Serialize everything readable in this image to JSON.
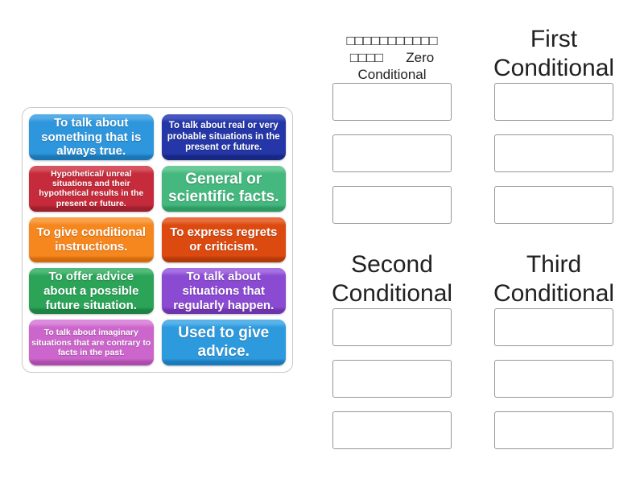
{
  "colors": {
    "background": "#ffffff",
    "tray_border": "#c9c9c9",
    "slot_border": "#979797",
    "header_text": "#212121"
  },
  "tray": {
    "tiles": [
      {
        "label": "To talk about something that is always true.",
        "color": "#2E96DC",
        "color_light": "#55ADE7",
        "color_dark": "#1B76B4"
      },
      {
        "label": "To talk about real or very probable situations in the present or future.",
        "color": "#2537A8",
        "color_light": "#4657C0",
        "color_dark": "#172782"
      },
      {
        "label": "Hypothetical/ unreal situations and their hypothetical results in the present or future.",
        "color": "#C62B3B",
        "color_light": "#D6545F",
        "color_dark": "#9E1F2D"
      },
      {
        "label": "General or scientific facts.",
        "color": "#44B87E",
        "color_light": "#6CCA99",
        "color_dark": "#2D9A62"
      },
      {
        "label": "To give conditional instructions.",
        "color": "#F6861E",
        "color_light": "#F9A24C",
        "color_dark": "#D26A0B"
      },
      {
        "label": "To express regrets or criticism.",
        "color": "#DC4A10",
        "color_light": "#E86F3D",
        "color_dark": "#B23908"
      },
      {
        "label": "To offer advice about a possible future situation.",
        "color": "#2BA458",
        "color_light": "#52BA7A",
        "color_dark": "#1C8343"
      },
      {
        "label": "To talk about situations that regularly happen.",
        "color": "#8B4AD2",
        "color_light": "#A671E0",
        "color_dark": "#6E34AE"
      },
      {
        "label": "To talk about imaginary situations that are contrary to facts in the past.",
        "color": "#CC66CC",
        "color_light": "#DC8CDC",
        "color_dark": "#AC4BAC"
      },
      {
        "label": "Used to give advice.",
        "color": "#2E9ADE",
        "color_light": "#59B3E9",
        "color_dark": "#1B7AB9"
      }
    ]
  },
  "groups": [
    {
      "title": "□□□□□□□□□□□ □□□□      Zero Conditional",
      "slot_count": 3
    },
    {
      "title": "First Conditional",
      "slot_count": 3
    },
    {
      "title": "Second Conditional",
      "slot_count": 3
    },
    {
      "title": "Third Conditional",
      "slot_count": 3
    }
  ]
}
